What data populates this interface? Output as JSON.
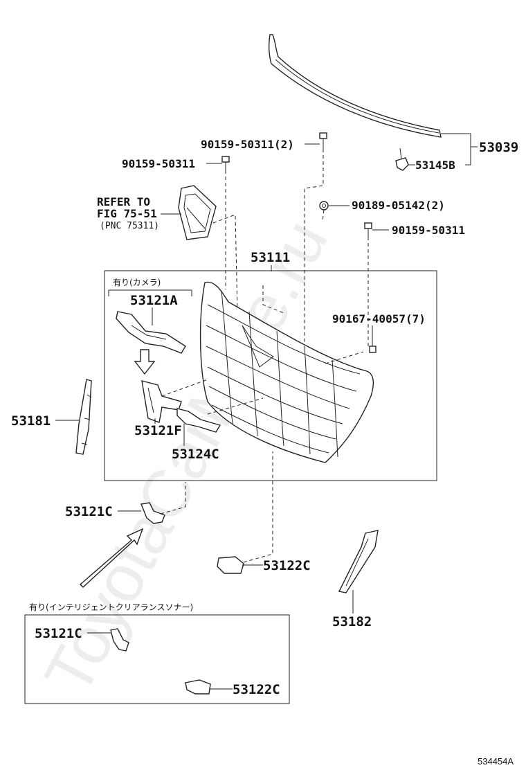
{
  "watermark": "ToyotaCarMine.ru",
  "diagram_code": "534454A",
  "labels": {
    "p53039": "53039",
    "p53145B": "53145B",
    "p90159_50311_2": "90159-50311(2)",
    "p90159_50311_a": "90159-50311",
    "p90189_05142_2": "90189-05142(2)",
    "p90159_50311_b": "90159-50311",
    "refer_line1": "REFER TO",
    "refer_line2": "FIG 75-51",
    "refer_line3": "(PNC 75311)",
    "p53111": "53111",
    "p90167_40057_7": "90167-40057(7)",
    "camera_note": "有り(カメラ)",
    "p53121A": "53121A",
    "p53121F": "53121F",
    "p53124C": "53124C",
    "p53181": "53181",
    "p53121C": "53121C",
    "p53122C": "53122C",
    "p53182": "53182",
    "sonar_note": "有り(インテリジェントクリアランスソナー)",
    "box_53121C": "53121C",
    "box_53122C": "53122C"
  }
}
